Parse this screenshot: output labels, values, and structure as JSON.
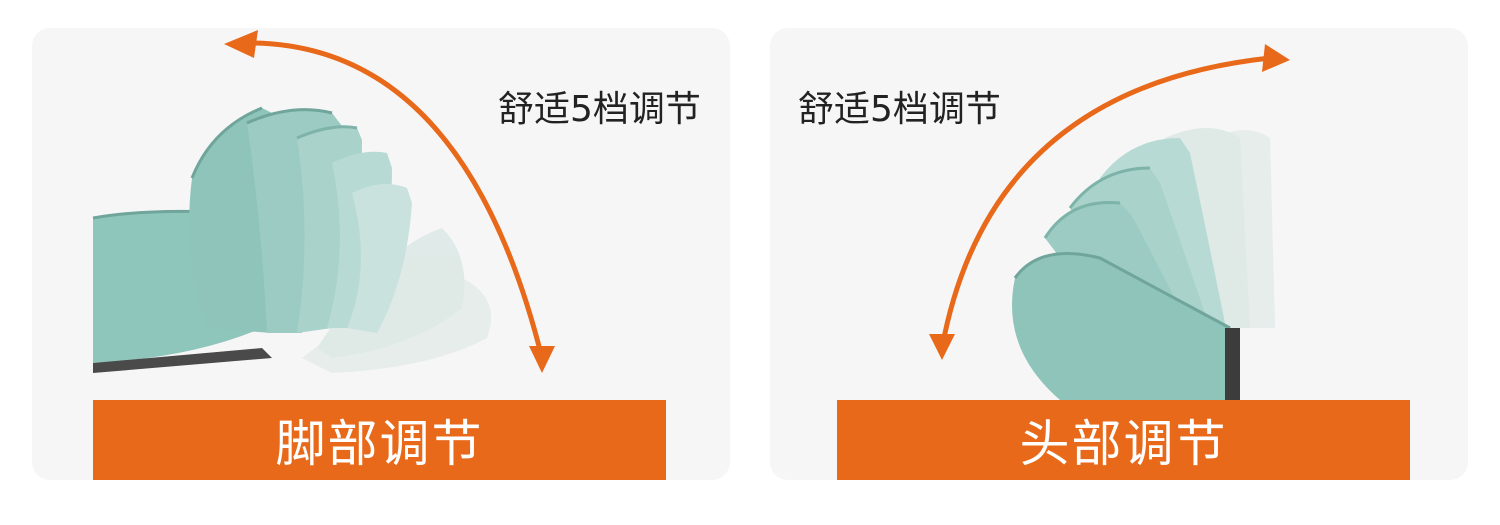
{
  "colors": {
    "accent": "#e8691a",
    "cushion": "#8fc6bc",
    "panel": "#f6f6f6"
  },
  "left_panel": {
    "caption": "舒适5档调节",
    "banner": "脚部调节",
    "icon": "curved-double-arrow"
  },
  "right_panel": {
    "caption": "舒适5档调节",
    "banner": "头部调节",
    "icon": "curved-double-arrow"
  }
}
